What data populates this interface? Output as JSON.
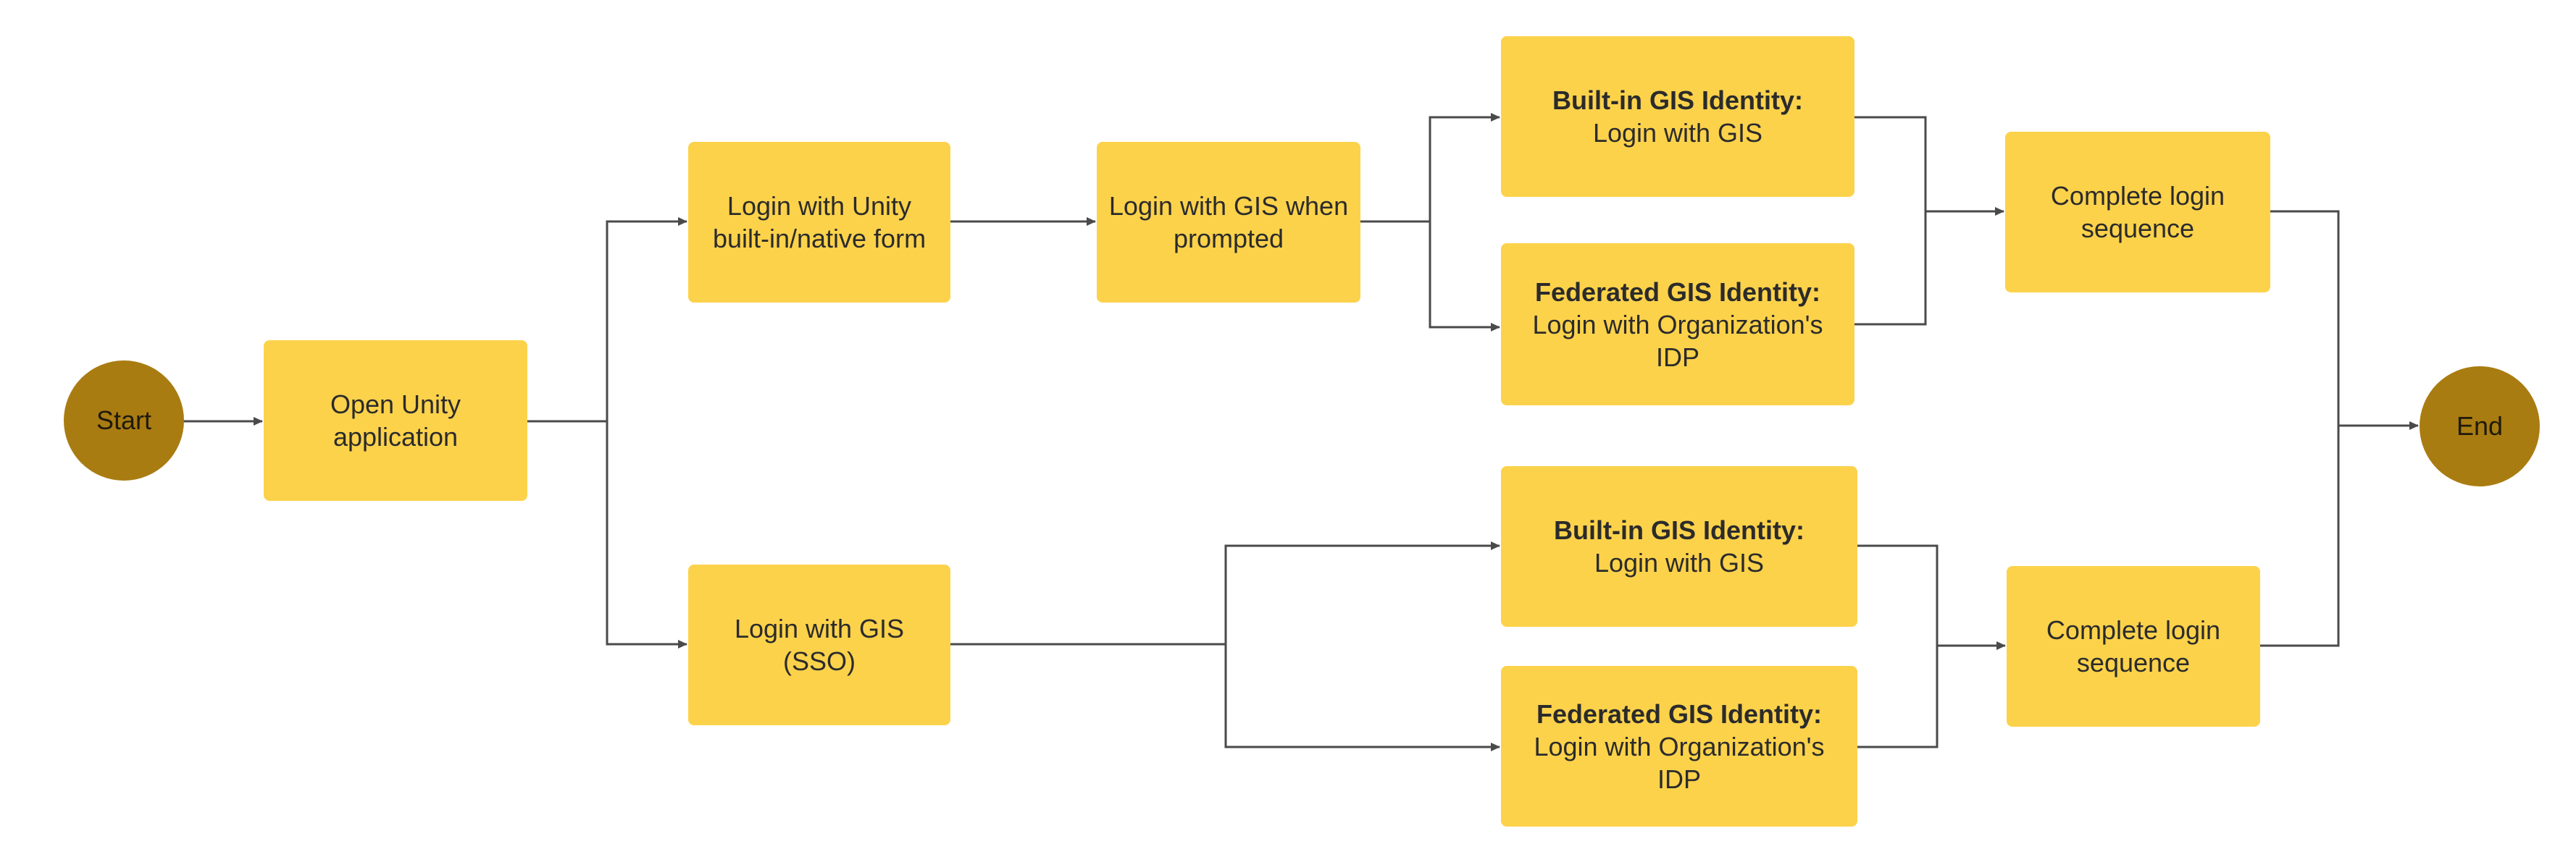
{
  "start": {
    "label": "Start"
  },
  "end": {
    "label": "End"
  },
  "open_app": {
    "label": "Open Unity application"
  },
  "top_path": {
    "login_unity": {
      "label": "Login with Unity built-in/native form"
    },
    "login_gis_prompt": {
      "label": "Login with GIS when prompted"
    },
    "builtin": {
      "title": "Built-in GIS Identity:",
      "text": "Login with GIS"
    },
    "federated": {
      "title": "Federated GIS Identity:",
      "text": "Login with Organization's IDP"
    },
    "complete": {
      "label": "Complete login sequence"
    }
  },
  "bottom_path": {
    "login_sso": {
      "label": "Login with GIS (SSO)"
    },
    "builtin": {
      "title": "Built-in GIS Identity:",
      "text": "Login with GIS"
    },
    "federated": {
      "title": "Federated GIS Identity:",
      "text": "Login with Organization's IDP"
    },
    "complete": {
      "label": "Complete login sequence"
    }
  },
  "colors": {
    "box_fill": "#fcd24b",
    "terminal_fill": "#a97c12",
    "connector": "#4a4a4a"
  }
}
